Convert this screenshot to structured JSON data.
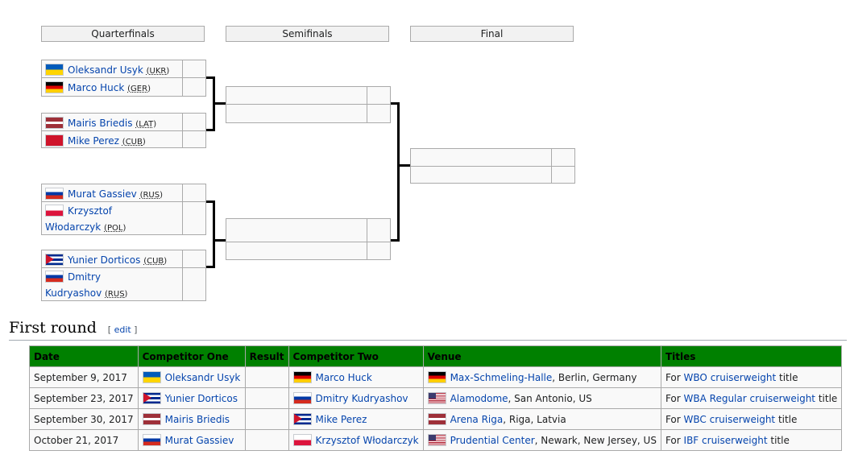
{
  "bracket": {
    "headers": [
      "Quarterfinals",
      "Semifinals",
      "Final"
    ],
    "quarterfinals": [
      {
        "name": "Oleksandr Usyk",
        "abbr": "UKR",
        "flag": "ukraine-flag-icon"
      },
      {
        "name": "Marco Huck",
        "abbr": "GER",
        "flag": "germany-flag-icon"
      },
      {
        "name": "Mairis Briedis",
        "abbr": "LAT",
        "flag": "latvia-flag-icon"
      },
      {
        "name": "Mike Perez",
        "abbr": "CUB",
        "flag": "cuba-flag-icon"
      },
      {
        "name": "Murat Gassiev",
        "abbr": "RUS",
        "flag": "russia-flag-icon"
      },
      {
        "name_line1": "Krzysztof",
        "name_line2": "Włodarczyk",
        "abbr": "POL",
        "flag": "poland-flag-icon"
      },
      {
        "name": "Yunier Dorticos",
        "abbr": "CUB",
        "flag": "cuba-flag-icon"
      },
      {
        "name_line1": "Dmitry",
        "name_line2": "Kudryashov",
        "abbr": "RUS",
        "flag": "russia-flag-icon"
      }
    ]
  },
  "section": {
    "title": "First round",
    "edit_open": "[ ",
    "edit_label": "edit",
    "edit_close": " ]"
  },
  "table": {
    "header_color": "#008000",
    "columns": [
      "Date",
      "Competitor One",
      "Result",
      "Competitor Two",
      "Venue",
      "Titles"
    ],
    "rows": [
      {
        "date": "September 9, 2017",
        "c1": "Oleksandr Usyk",
        "c1_flag": "ukraine-flag-icon",
        "result": "",
        "c2": "Marco Huck",
        "c2_flag": "germany-flag-icon",
        "venue": "Max-Schmeling-Halle",
        "venue_flag": "germany-flag-icon",
        "location": ", Berlin, Germany",
        "title_pre": "For ",
        "title_org": "WBO",
        "title_div": "cruiserweight",
        "title_post": " title"
      },
      {
        "date": "September 23, 2017",
        "c1": "Yunier Dorticos",
        "c1_flag": "cuba-flag-icon",
        "result": "",
        "c2": "Dmitry Kudryashov",
        "c2_flag": "russia-flag-icon",
        "venue": "Alamodome",
        "venue_flag": "usa-flag-icon",
        "location": ", San Antonio, US",
        "title_pre": "For ",
        "title_org": "WBA Regular",
        "title_div": "cruiserweight",
        "title_post": " title"
      },
      {
        "date": "September 30, 2017",
        "c1": "Mairis Briedis",
        "c1_flag": "latvia-flag-icon",
        "result": "",
        "c2": "Mike Perez",
        "c2_flag": "cuba-flag-icon",
        "venue": "Arena Riga",
        "venue_flag": "latvia-flag-icon",
        "location": ", Riga, Latvia",
        "title_pre": "For ",
        "title_org": "WBC",
        "title_div": "cruiserweight",
        "title_post": " title"
      },
      {
        "date": "October 21, 2017",
        "c1": "Murat Gassiev",
        "c1_flag": "russia-flag-icon",
        "result": "",
        "c2": "Krzysztof Włodarczyk",
        "c2_flag": "poland-flag-icon",
        "venue": "Prudential Center",
        "venue_flag": "usa-flag-icon",
        "location": ", Newark, New Jersey, US",
        "title_pre": "For ",
        "title_org": "IBF",
        "title_div": "cruiserweight",
        "title_post": " title"
      }
    ]
  }
}
